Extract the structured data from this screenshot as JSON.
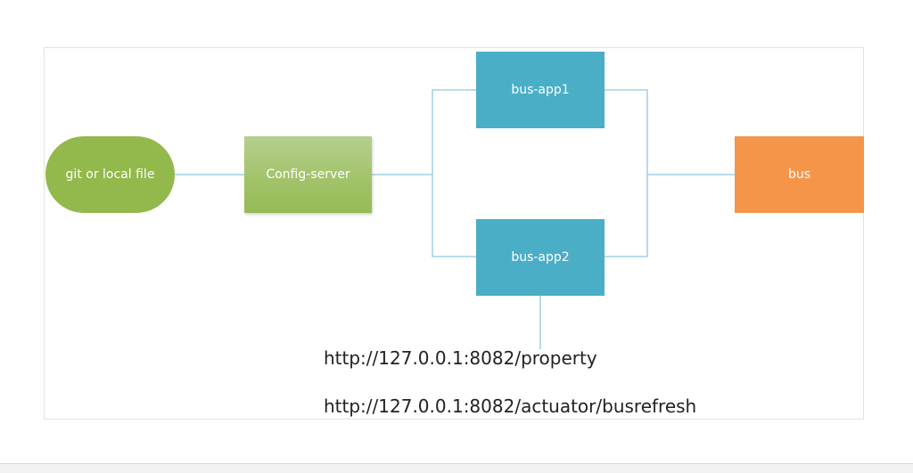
{
  "diagram": {
    "nodes": {
      "git": "git or local file",
      "config_server": "Config-server",
      "bus_app1": "bus-app1",
      "bus_app2": "bus-app2",
      "bus": "bus"
    },
    "urls": [
      "http://127.0.0.1:8082/property",
      "http://127.0.0.1:8082/actuator/busrefresh"
    ],
    "colors": {
      "git_node": "#93b84b",
      "config_node": "#a3c36b",
      "app_nodes": "#4aaec7",
      "bus_node": "#f4954a",
      "connector": "#8ec8dc"
    }
  }
}
